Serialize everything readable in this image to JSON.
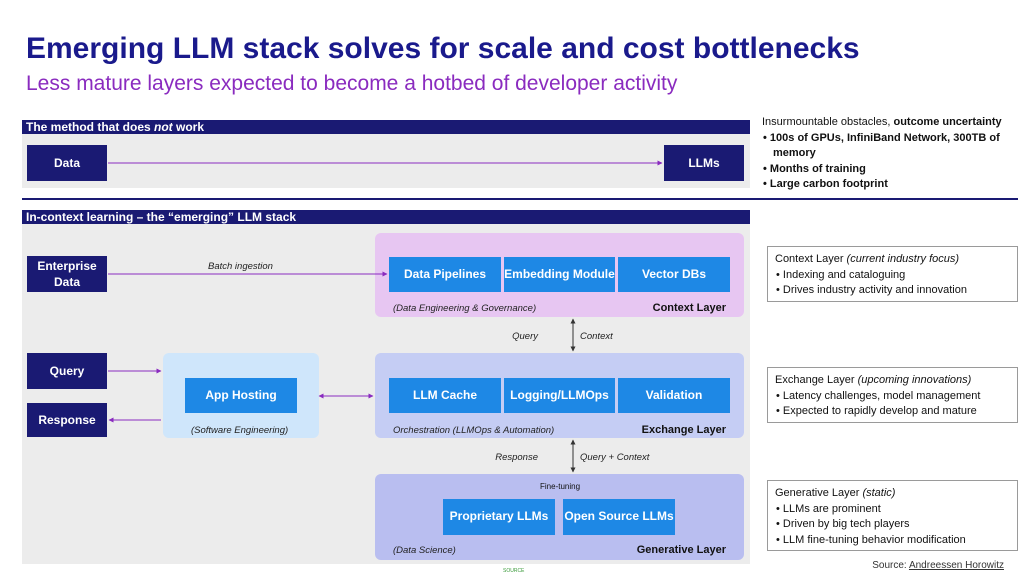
{
  "header": {
    "title": "Emerging LLM stack solves for scale and cost bottlenecks",
    "subtitle": "Less mature layers expected to become a hotbed of developer activity"
  },
  "method_panel": {
    "bar_prefix": "The method that does ",
    "bar_emph": "not",
    "bar_suffix": " work",
    "data_label": "Data",
    "llms_label": "LLMs"
  },
  "obstacles": {
    "lead": "Insurmountable obstacles, ",
    "lead_bold": "outcome uncertainty",
    "bullets": [
      "100s of GPUs, InfiniBand Network, 300TB of memory",
      "Months of training",
      "Large carbon footprint"
    ]
  },
  "stack_panel": {
    "bar_title": "In-context learning – the “emerging” LLM stack",
    "enterprise_data": "Enterprise Data",
    "query": "Query",
    "response": "Response",
    "batch_ingestion": "Batch ingestion",
    "app_hosting": "App Hosting",
    "software_engineering": "(Software Engineering)",
    "context_layer": {
      "boxes": [
        "Data Pipelines",
        "Embedding Module",
        "Vector DBs"
      ],
      "note": "(Data Engineering & Governance)",
      "name": "Context Layer"
    },
    "between_1": {
      "left": "Query",
      "right": "Context"
    },
    "exchange_layer": {
      "boxes": [
        "LLM Cache",
        "Logging/LLMOps",
        "Validation"
      ],
      "note": "Orchestration (LLMOps & Automation)",
      "name": "Exchange Layer"
    },
    "between_2": {
      "left": "Response",
      "right": "Query + Context"
    },
    "generative_layer": {
      "fine_tuning": "Fine-tuning",
      "boxes": [
        "Proprietary LLMs",
        "Open Source LLMs"
      ],
      "note": "(Data Science)",
      "name": "Generative Layer"
    }
  },
  "cards": {
    "context": {
      "head": "Context Layer ",
      "head_emph": "(current industry focus)",
      "bullets": [
        "Indexing and cataloguing",
        "Drives industry activity and innovation"
      ]
    },
    "exchange": {
      "head": "Exchange Layer ",
      "head_emph": "(upcoming innovations)",
      "bullets": [
        "Latency challenges, model management",
        "Expected to rapidly develop and mature"
      ]
    },
    "generative": {
      "head": "Generative Layer ",
      "head_emph": "(static)",
      "bullets": [
        "LLMs are prominent",
        "Driven by big tech players",
        "LLM fine-tuning behavior modification"
      ]
    }
  },
  "footer": {
    "source_prefix": "Source: ",
    "source_name": "Andreessen Horowitz",
    "page_mark": "SOURCE"
  },
  "colors": {
    "navy": "#1a1a73",
    "box_blue": "#1e88e5",
    "title": "#1a1a8c",
    "subtitle": "#8a2bbf",
    "arrow": "#8a2bbf"
  }
}
